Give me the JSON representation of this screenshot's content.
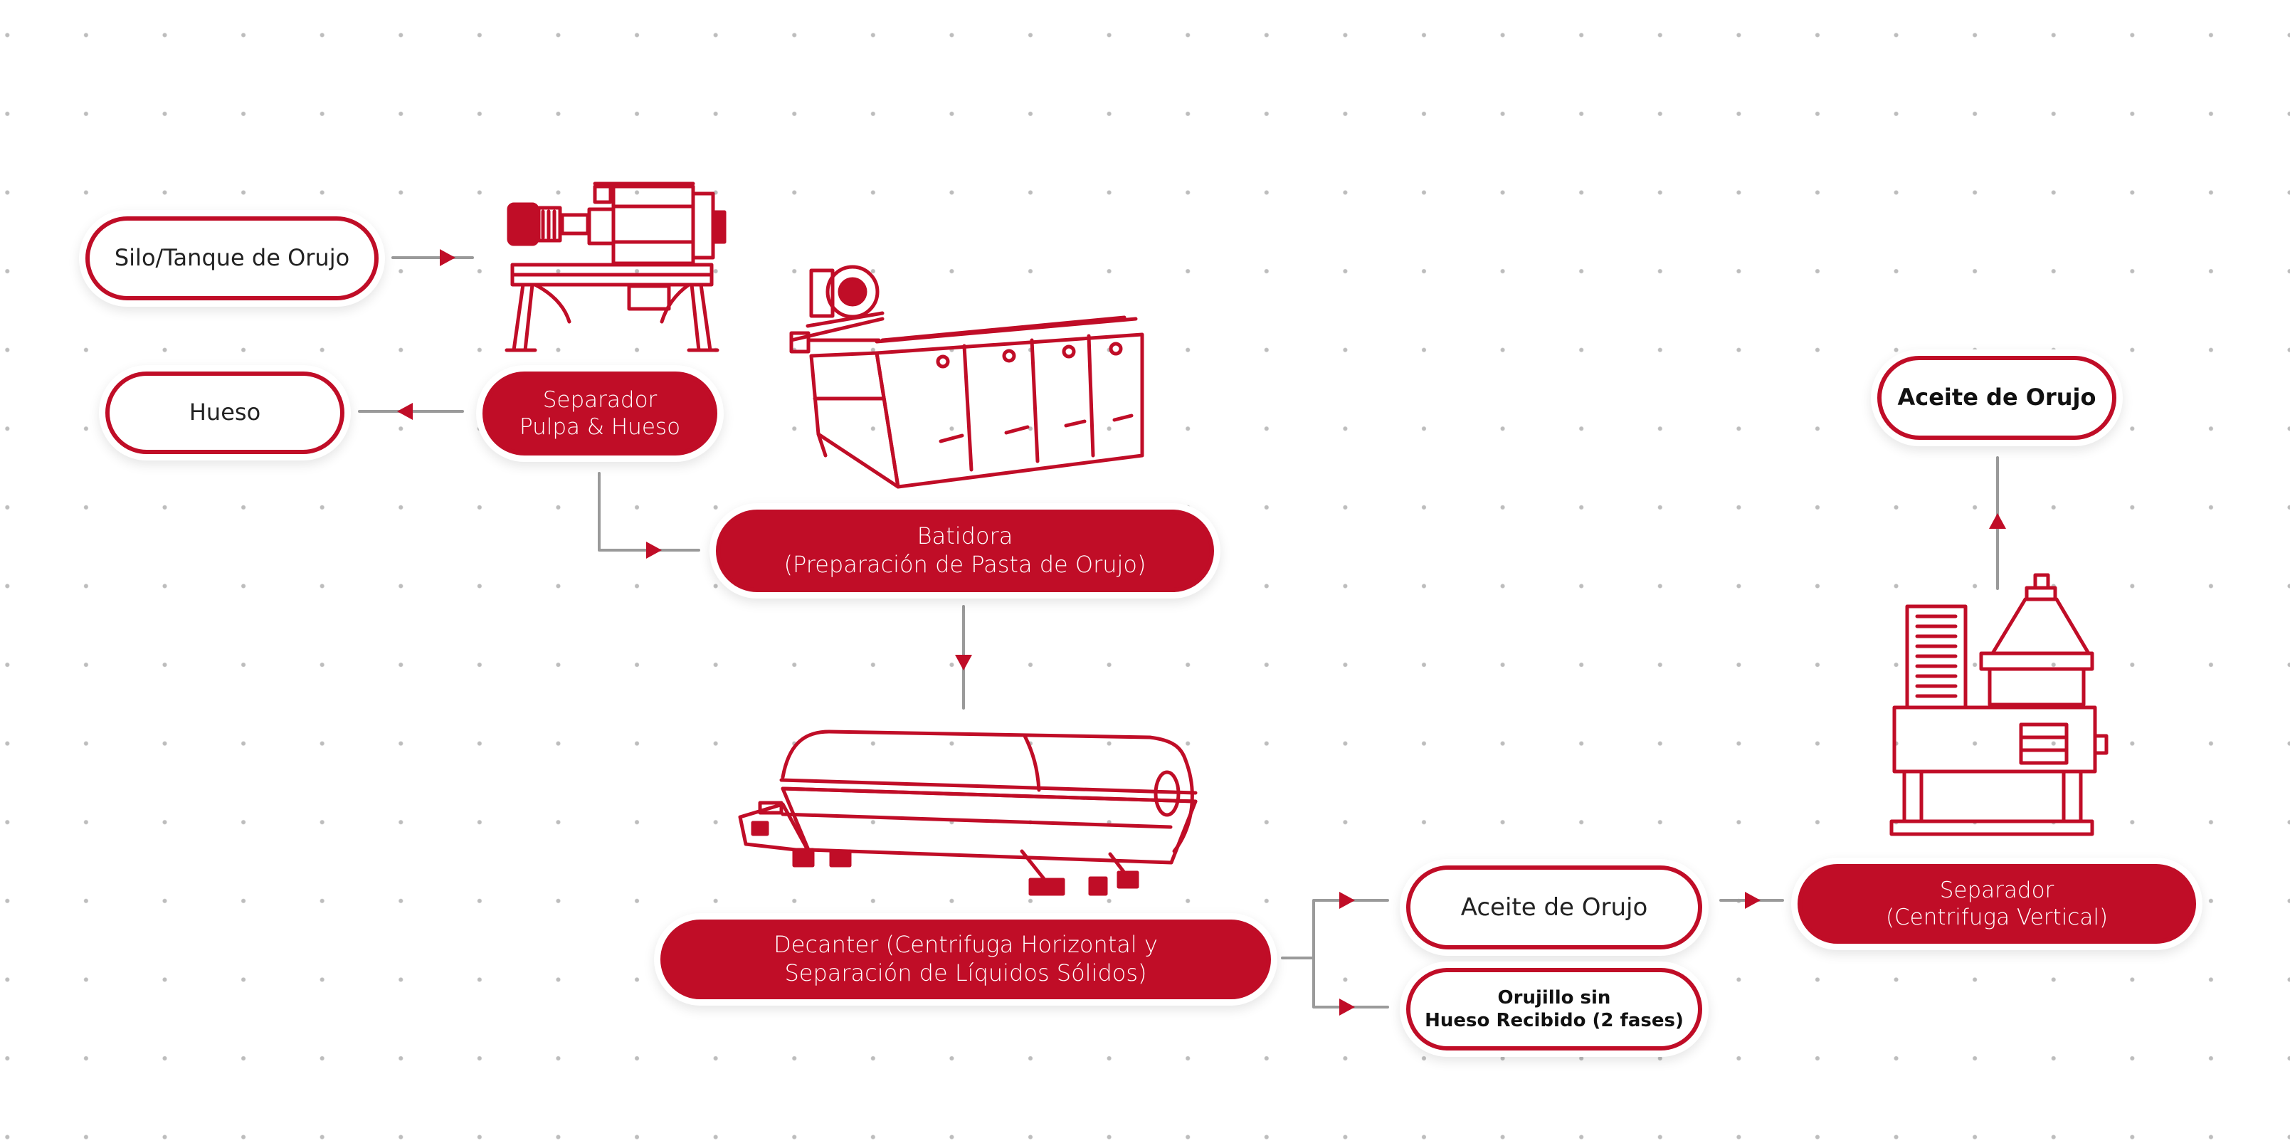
{
  "colors": {
    "accent": "#c00d27",
    "connector": "#9a9a9a",
    "dots": "#bdbdbd",
    "background": "#ffffff"
  },
  "nodes": {
    "silo": "Silo/Tanque de Orujo",
    "hueso": "Hueso",
    "separador_pulpa": "Separador\nPulpa & Hueso",
    "batidora": "Batidora\n(Preparación de Pasta de Orujo)",
    "decanter": "Decanter (Centrifuga Horizontal y\nSeparación de Líquidos Sólidos)",
    "aceite_orujo_mid": "Aceite de Orujo",
    "orujillo": "Orujillo sin\nHueso Recibido (2 fases)",
    "separador_vertical": "Separador\n(Centrifuga Vertical)",
    "aceite_orujo_final": "Aceite de Orujo"
  },
  "machines": {
    "pulp_separator": "pulp-stone-separator-machine-icon",
    "malaxer": "malaxer-machine-icon",
    "decanter": "horizontal-decanter-centrifuge-icon",
    "vertical_separator": "vertical-centrifuge-separator-icon"
  }
}
